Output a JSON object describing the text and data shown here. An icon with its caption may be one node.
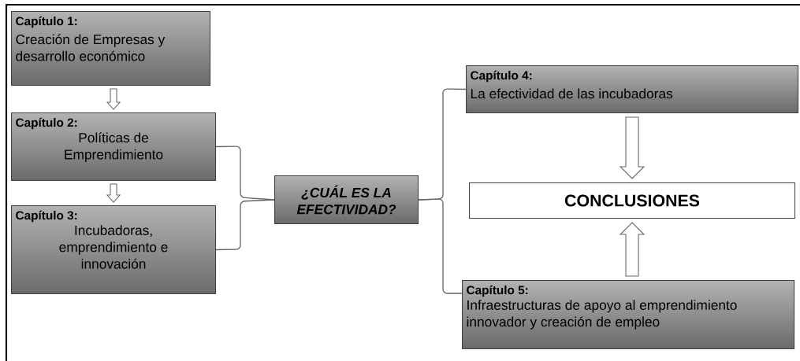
{
  "diagram": {
    "nodes": [
      {
        "text": [
          "Capítulo 1:",
          "Creación de Empresas y desarrollo económico"
        ]
      },
      {
        "text": [
          "Capítulo 2:",
          "Políticas de Emprendimiento"
        ]
      },
      {
        "text": [
          "Capítulo 3:",
          "Incubadoras, emprendimiento e innovación"
        ]
      },
      {
        "text": [
          "¿CUÁL ES LA EFECTIVIDAD?"
        ]
      },
      {
        "text": [
          "Capítulo 4:",
          "La efectividad de las incubadoras"
        ]
      },
      {
        "text": [
          "CONCLUSIONES"
        ]
      },
      {
        "text": [
          "Capítulo 5:",
          "Infraestructuras de apoyo al emprendimiento innovador y creación de empleo"
        ]
      }
    ],
    "edges": [
      {
        "from": 0,
        "to": 1,
        "arrow": "to"
      },
      {
        "from": 1,
        "to": 2,
        "arrow": "to"
      },
      {
        "from": 1,
        "to": 3,
        "arrow": "none"
      },
      {
        "from": 2,
        "to": 3,
        "arrow": "none"
      },
      {
        "from": 3,
        "to": 4,
        "arrow": "none"
      },
      {
        "from": 3,
        "to": 6,
        "arrow": "none"
      },
      {
        "from": 4,
        "to": 5,
        "arrow": "to"
      },
      {
        "from": 6,
        "to": 5,
        "arrow": "to"
      }
    ]
  }
}
